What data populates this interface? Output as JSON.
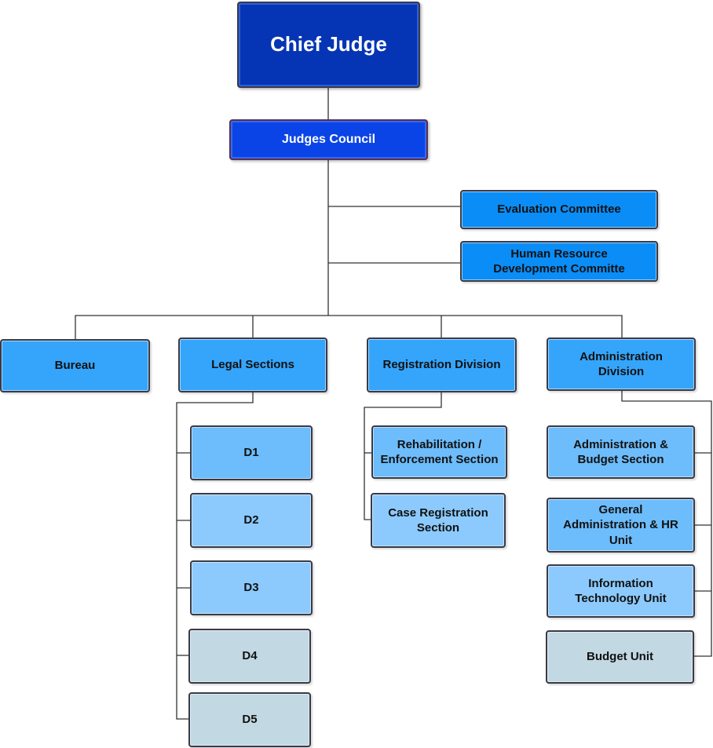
{
  "chief_judge": "Chief Judge",
  "judges_council": "Judges Council",
  "committees": {
    "evaluation": "Evaluation Committee",
    "hr_line1": "Human Resource",
    "hr_line2": "Development Committe"
  },
  "top_units": {
    "bureau": "Bureau",
    "legal": "Legal Sections",
    "registration": "Registration Division",
    "admin_line1": "Administration",
    "admin_line2": "Division"
  },
  "legal_sections": [
    "D1",
    "D2",
    "D3",
    "D4",
    "D5"
  ],
  "registration_sections": {
    "rehab_line1": "Rehabilitation /",
    "rehab_line2": "Enforcement Section",
    "case_line1": "Case Registration",
    "case_line2": "Section"
  },
  "admin_sections": {
    "admin_budget_line1": "Administration &",
    "admin_budget_line2": "Budget Section",
    "general_line1": "General",
    "general_line2": "Administration & HR",
    "general_line3": "Unit",
    "it_line1": "Information",
    "it_line2": "Technology Unit",
    "budget_unit": "Budget Unit"
  },
  "colors": {
    "chief": "#0535b5",
    "council": "#0b44e6",
    "committee": "#0a8df6",
    "top_unit": "#35a5fb",
    "section": "#6dbcfb",
    "section_light": "#8ccafd",
    "inactive": "#c2d8e3",
    "connector": "#333333"
  }
}
